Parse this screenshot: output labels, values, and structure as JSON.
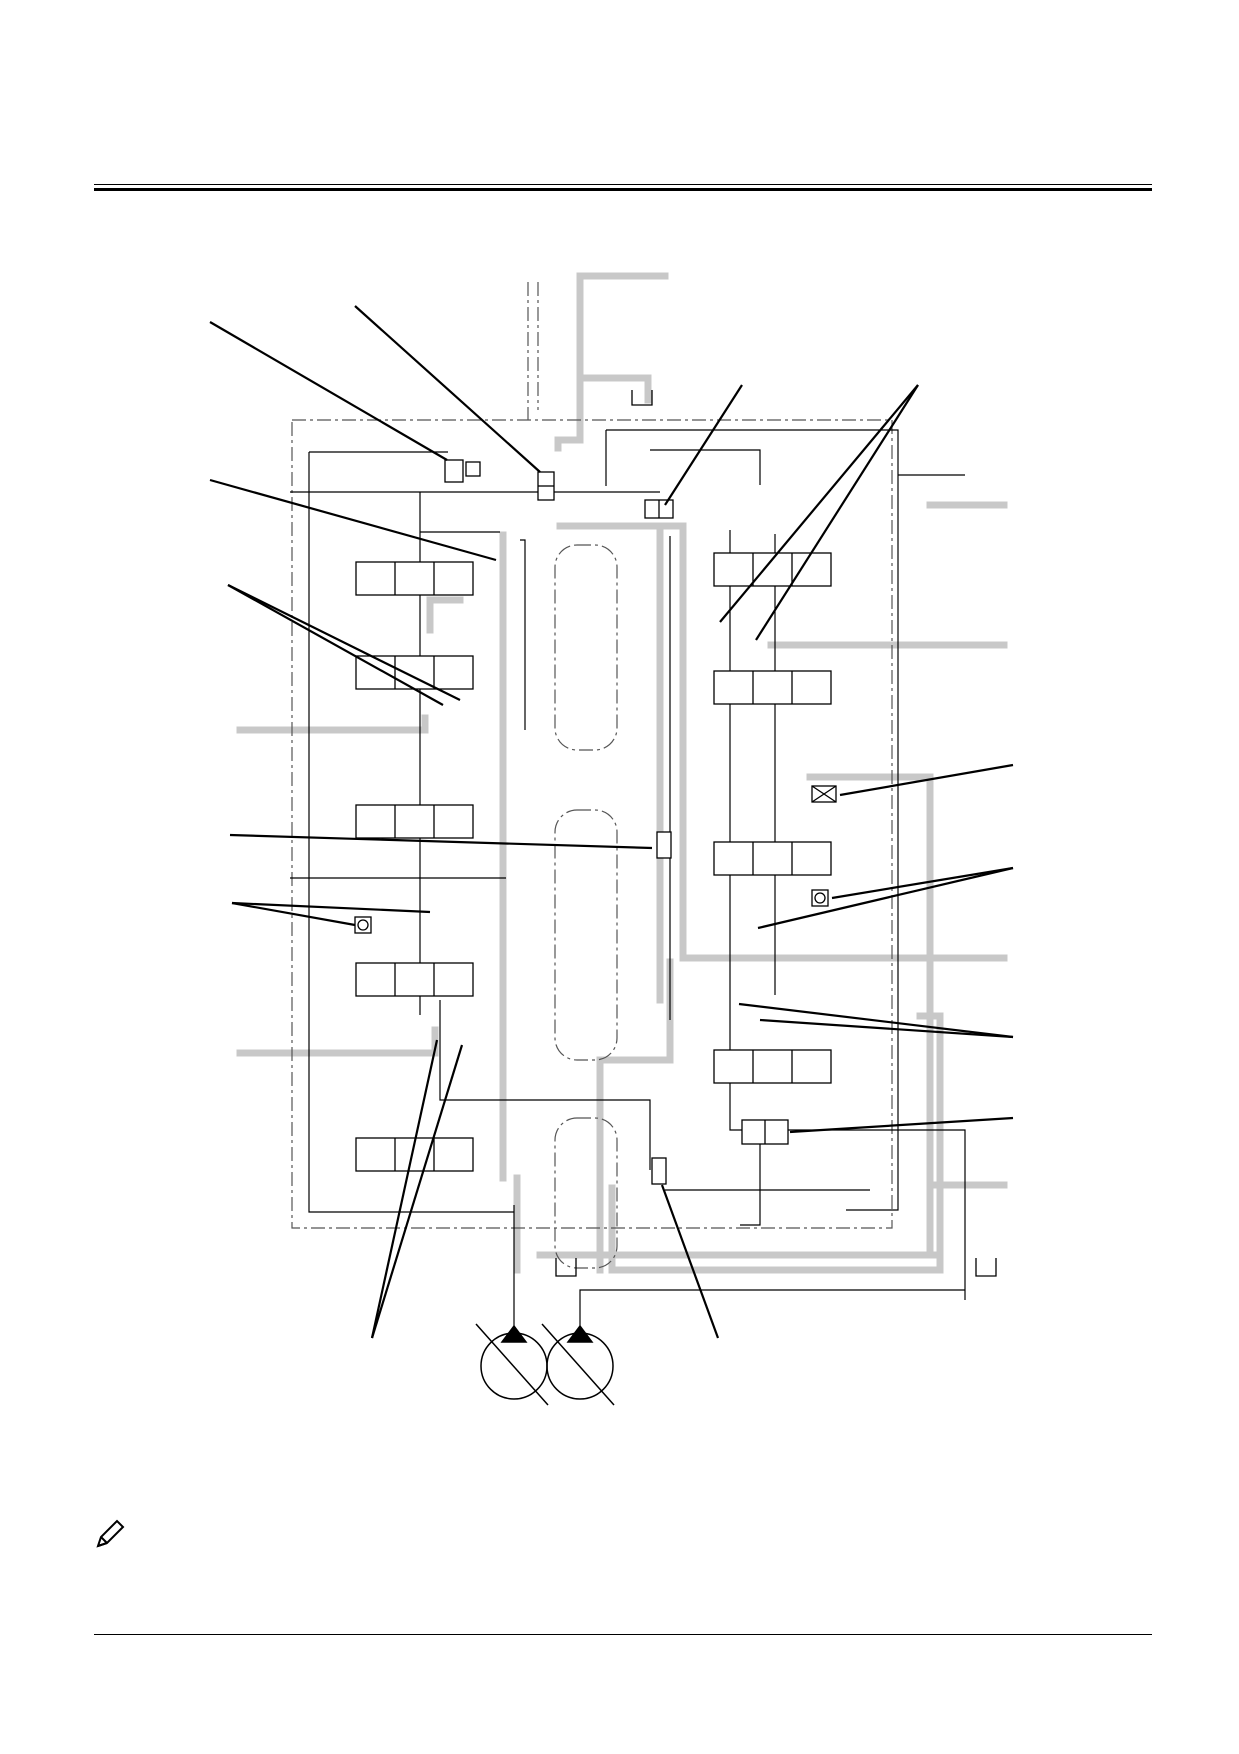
{
  "page": {
    "header_rules": "double-line",
    "footer_rule": "single-line"
  },
  "diagram": {
    "kind": "hydraulic-circuit-schematic",
    "components": [
      "control-valve-spool-left-1",
      "control-valve-spool-left-2",
      "control-valve-spool-left-3",
      "control-valve-spool-left-4",
      "control-valve-spool-left-5",
      "control-valve-spool-right-1",
      "control-valve-spool-right-2",
      "control-valve-spool-right-3",
      "control-valve-spool-right-4",
      "relief-valve",
      "check-valves",
      "selector-valve",
      "variable-displacement-pump-1",
      "variable-displacement-pump-2",
      "tank-returns"
    ],
    "colors": {
      "line": "#000000",
      "highlight": "#c8c8c8",
      "dashed": "#555555"
    }
  },
  "note": {
    "icon": "pencil-note-icon"
  }
}
